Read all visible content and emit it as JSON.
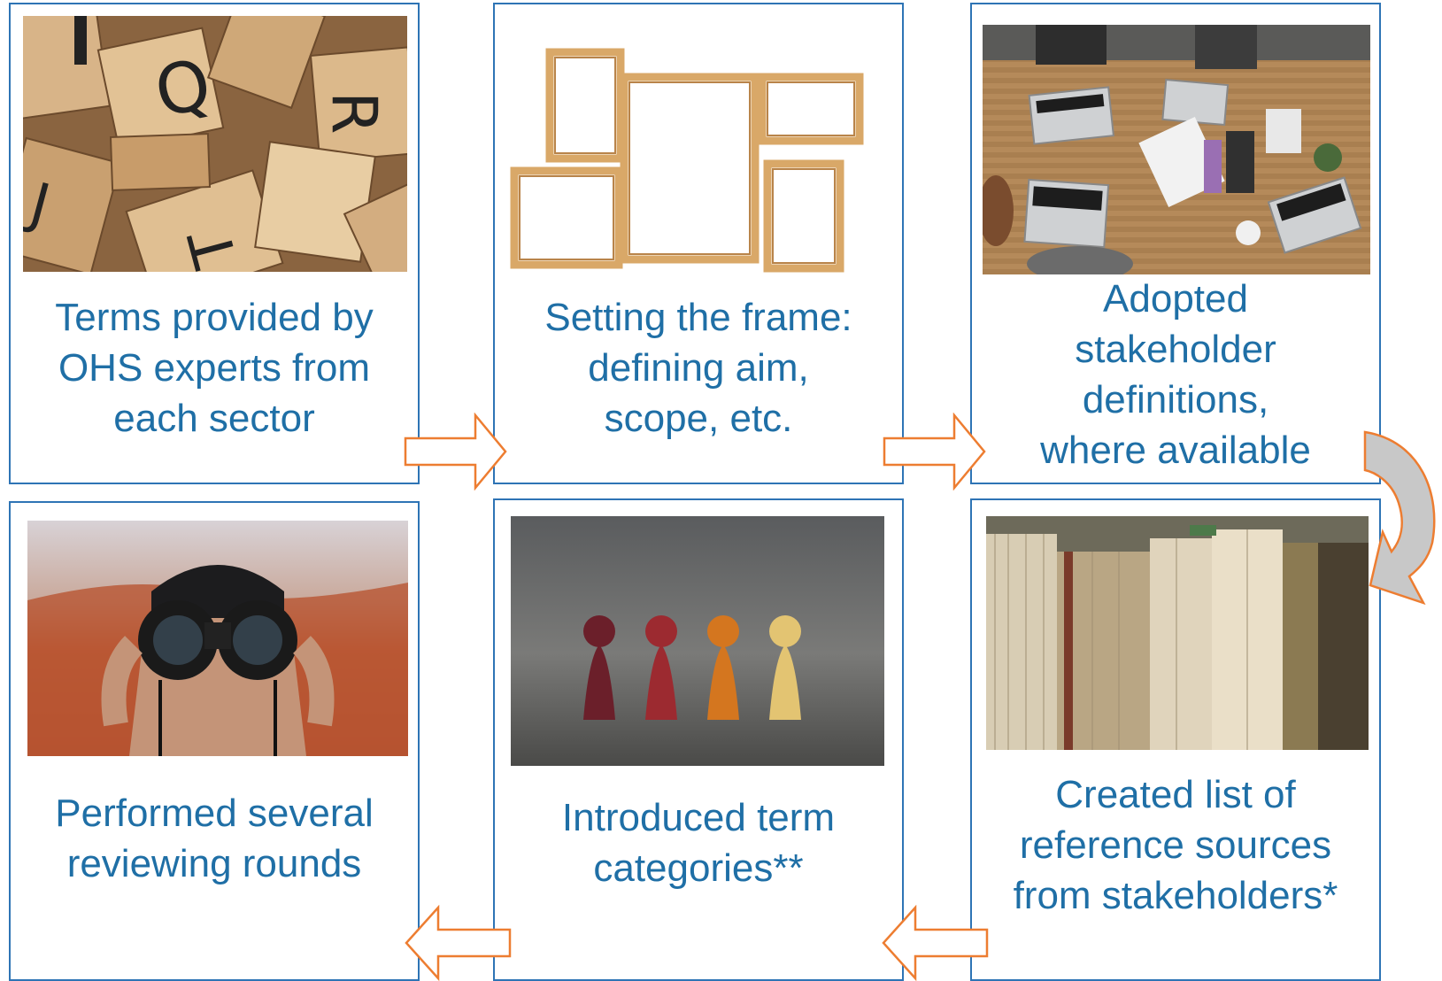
{
  "steps": [
    {
      "label": "Terms provided by OHS experts from each sector",
      "image": "scrabble-tiles-photo"
    },
    {
      "label": "Setting the frame: defining aim, scope, etc.",
      "image": "empty-frames-photo"
    },
    {
      "label": "Adopted stakeholder definitions, where available",
      "image": "meeting-table-photo"
    },
    {
      "label": "Created list of reference sources from stakeholders*",
      "image": "old-books-photo"
    },
    {
      "label": "Introduced term categories**",
      "image": "game-pawns-photo"
    },
    {
      "label": "Performed several reviewing rounds",
      "image": "binoculars-photo"
    }
  ],
  "colors": {
    "box_border": "#2e74b5",
    "text": "#1f6fa6",
    "arrow_outline": "#ed7d31",
    "curved_arrow": "#c8c8c8"
  },
  "flow": "left-to-right top row, curved arrow down, right-to-left bottom row"
}
